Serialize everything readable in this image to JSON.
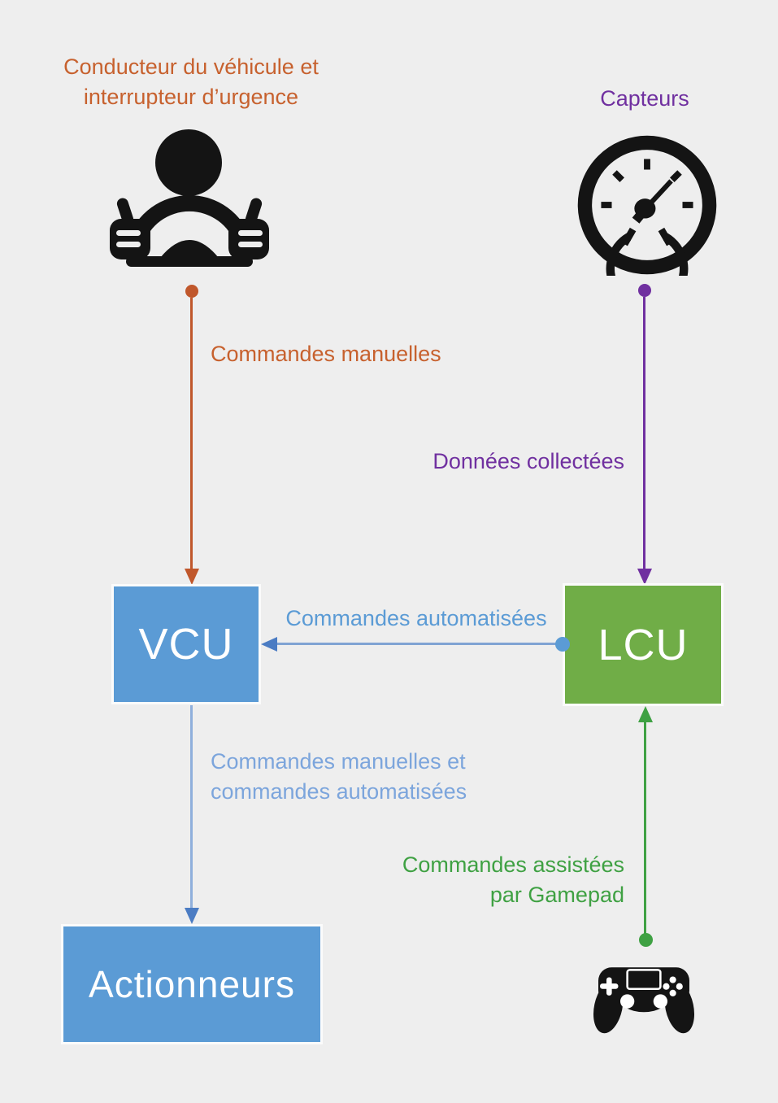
{
  "palette": {
    "background": "#EEEEEE",
    "orange": "#C7612E",
    "purple": "#7030A0",
    "blue_box": "#5B9BD5",
    "green_box": "#70AD47",
    "blue_label": "#5B9BD5",
    "light_blue_label": "#7CA5DC",
    "green_label": "#3FA143",
    "icon_black": "#141414",
    "box_text": "#FFFFFF"
  },
  "nodes": {
    "driver": {
      "label_line1": "Conducteur du véhicule et",
      "label_line2": "interrupteur d’urgence",
      "icon": "driver-steering-wheel-icon"
    },
    "sensors": {
      "label": "Capteurs",
      "icon": "gauge-icon"
    },
    "vcu": {
      "label": "VCU",
      "color": "#5B9BD5"
    },
    "lcu": {
      "label": "LCU",
      "color": "#70AD47"
    },
    "actuators": {
      "label": "Actionneurs",
      "color": "#5B9BD5"
    },
    "gamepad": {
      "icon": "gamepad-icon"
    }
  },
  "edges": {
    "manual": {
      "from": "driver",
      "to": "vcu",
      "direction": "down",
      "label": "Commandes manuelles",
      "color": "#C0572B"
    },
    "collected": {
      "from": "sensors",
      "to": "lcu",
      "direction": "down",
      "label": "Données collectées",
      "color": "#7030A0"
    },
    "automated": {
      "from": "lcu",
      "to": "vcu",
      "direction": "left",
      "label": "Commandes automatisées",
      "color": "#5B9BD5"
    },
    "vcu_to_actuators": {
      "from": "vcu",
      "to": "actuators",
      "direction": "down",
      "label_line1": "Commandes manuelles et",
      "label_line2": "commandes automatisées",
      "color": "#7CA5DC"
    },
    "gamepad_assist": {
      "from": "gamepad",
      "to": "lcu",
      "direction": "up",
      "label_line1": "Commandes assistées",
      "label_line2": "par Gamepad",
      "color": "#3FA143"
    }
  }
}
